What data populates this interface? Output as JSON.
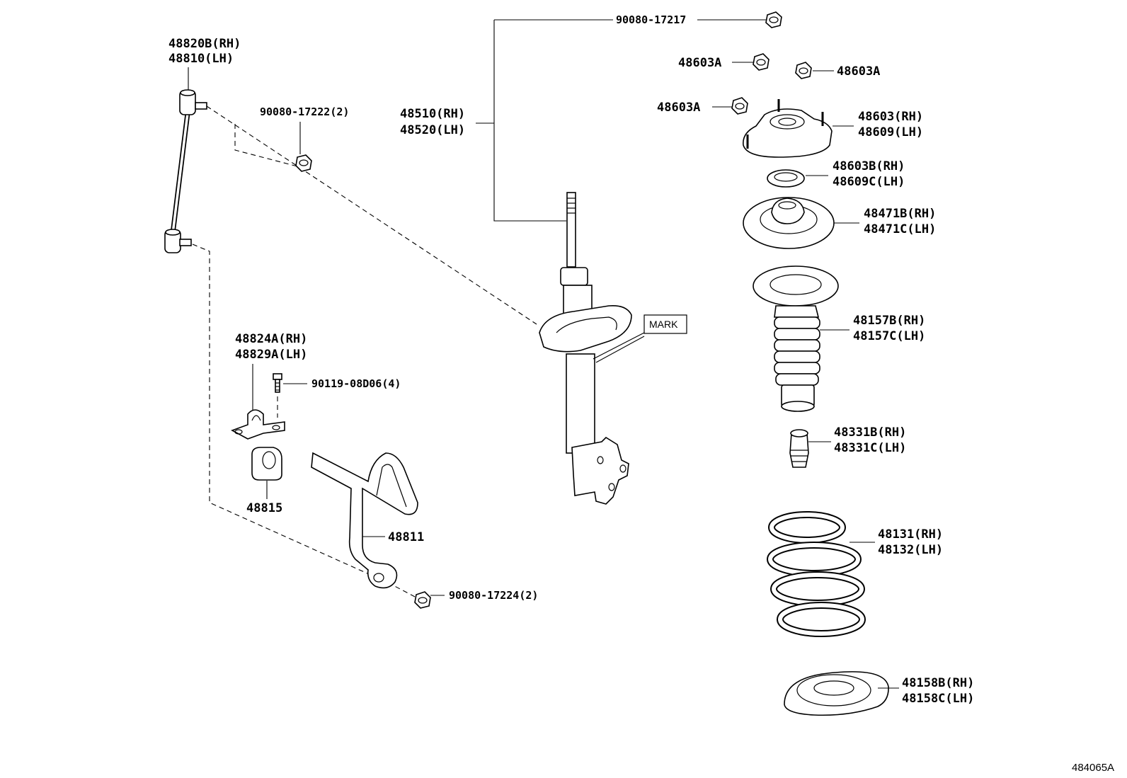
{
  "labels": {
    "stab_link": [
      "48820B(RH)",
      "48810(LH)"
    ],
    "nut_stab_link_top": "90080-17222(2)",
    "bracket": [
      "48824A(RH)",
      "48829A(LH)"
    ],
    "bracket_bolt": "90119-08D06(4)",
    "bushing": "48815",
    "stab_bar": "48811",
    "nut_stab_bar": "90080-17224(2)",
    "strut": [
      "48510(RH)",
      "48520(LH)"
    ],
    "rod_nut": "90080-17217",
    "mount_nut_left_upper": "48603A",
    "mount_nut_right": "48603A",
    "mount_nut_left_lower": "48603A",
    "mount": [
      "48603(RH)",
      "48609(LH)"
    ],
    "bearing": [
      "48603B(RH)",
      "48609C(LH)"
    ],
    "upper_seat": [
      "48471B(RH)",
      "48471C(LH)"
    ],
    "dust_boot": [
      "48157B(RH)",
      "48157C(LH)"
    ],
    "bump_stop": [
      "48331B(RH)",
      "48331C(LH)"
    ],
    "spring": [
      "48131(RH)",
      "48132(LH)"
    ],
    "lower_insulator": [
      "48158B(RH)",
      "48158C(LH)"
    ],
    "mark": "MARK"
  },
  "figure_ref": "484065A",
  "colors": {
    "line": "#000000",
    "background": "#ffffff"
  }
}
